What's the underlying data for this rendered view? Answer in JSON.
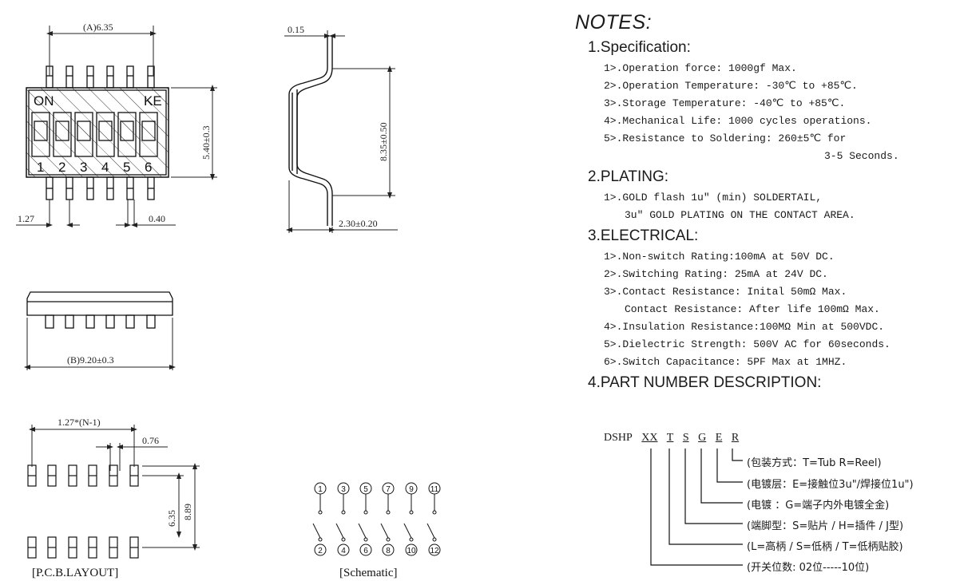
{
  "drawing": {
    "top_width": "(A)6.35",
    "top_height": "5.40±0.3",
    "pitch": "1.27",
    "pin_width": "0.40",
    "on_label": "ON",
    "ke_label": "KE",
    "switch_numbers": [
      "1",
      "2",
      "3",
      "4",
      "5",
      "6"
    ],
    "side_lead": "0.15",
    "side_height": "8.35±0.50",
    "side_depth": "2.30±0.20",
    "front_width": "(B)9.20±0.3",
    "pcb_pitch": "1.27*(N-1)",
    "pcb_pad": "0.76",
    "pcb_row": "6.35",
    "pcb_outer": "8.89",
    "pcb_caption": "[P.C.B.LAYOUT]",
    "schematic_top": [
      "1",
      "3",
      "5",
      "7",
      "9",
      "11"
    ],
    "schematic_bottom": [
      "2",
      "4",
      "6",
      "8",
      "10",
      "12"
    ],
    "schematic_caption": "[Schematic]"
  },
  "notes": {
    "title": "NOTES:",
    "spec": {
      "title": "1.Specification:",
      "items": [
        "1>.Operation force: 1000gf Max.",
        "2>.Operation Temperature: -30℃ to +85℃.",
        "3>.Storage Temperature: -40℃ to +85℃.",
        "4>.Mechanical Life: 1000 cycles operations.",
        "5>.Resistance to Soldering: 260±5℃ for"
      ],
      "continuation": "3-5 Seconds."
    },
    "plating": {
      "title": "2.PLATING:",
      "items": [
        "1>.GOLD flash 1u\" (min) SOLDERTAIL,",
        "3u\" GOLD PLATING ON THE CONTACT AREA."
      ]
    },
    "electrical": {
      "title": "3.ELECTRICAL:",
      "items": [
        "1>.Non-switch Rating:100mA at 50V DC.",
        "2>.Switching Rating: 25mA at 24V DC.",
        "3>.Contact Resistance: Inital 50mΩ Max.",
        "Contact Resistance: After life 100mΩ Max.",
        "4>.Insulation Resistance:100MΩ Min at 500VDC.",
        "5>.Dielectric Strength: 500V AC for 60seconds.",
        "6>.Switch Capacitance: 5PF Max at 1MHZ."
      ]
    },
    "part_number": {
      "title": "4.PART NUMBER DESCRIPTION:",
      "code": [
        "DSHP",
        "XX",
        "T",
        "S",
        "G",
        "E",
        "R"
      ],
      "descriptions": [
        "(包装方式：T=Tub R=Reel)",
        "(电镀层：E=接触位3u\"/焊接位1u\")",
        "(电镀  ：G=端子内外电镀全金)",
        "(端脚型：S=贴片 / H=插件 / J型)",
        "(L=高柄 / S=低柄 / T=低柄贴胶)",
        "(开关位数: 02位-----10位)"
      ]
    }
  }
}
